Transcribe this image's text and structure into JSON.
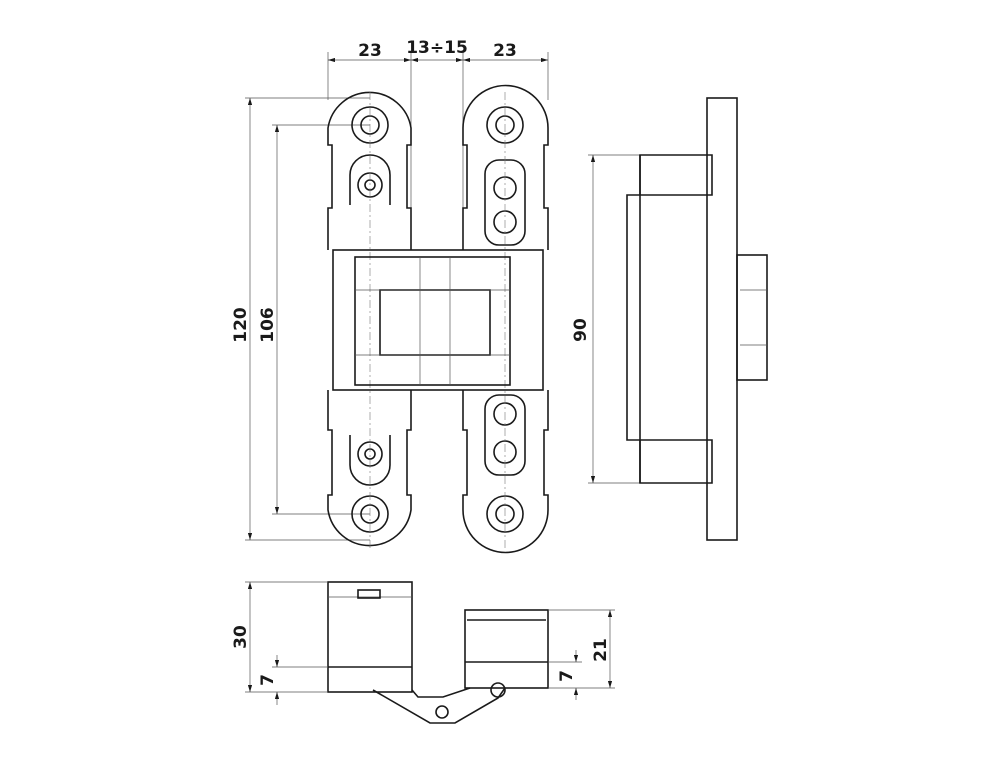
{
  "title": "Concealed hinge technical drawing",
  "dimensions": {
    "leaf_width_left": "23",
    "gap": "13÷15",
    "leaf_width_right": "23",
    "overall_height": "120",
    "hole_spacing": "106",
    "body_height": "90",
    "depth_left": "30",
    "offset_left": "7",
    "depth_right": "21",
    "offset_right": "7"
  }
}
